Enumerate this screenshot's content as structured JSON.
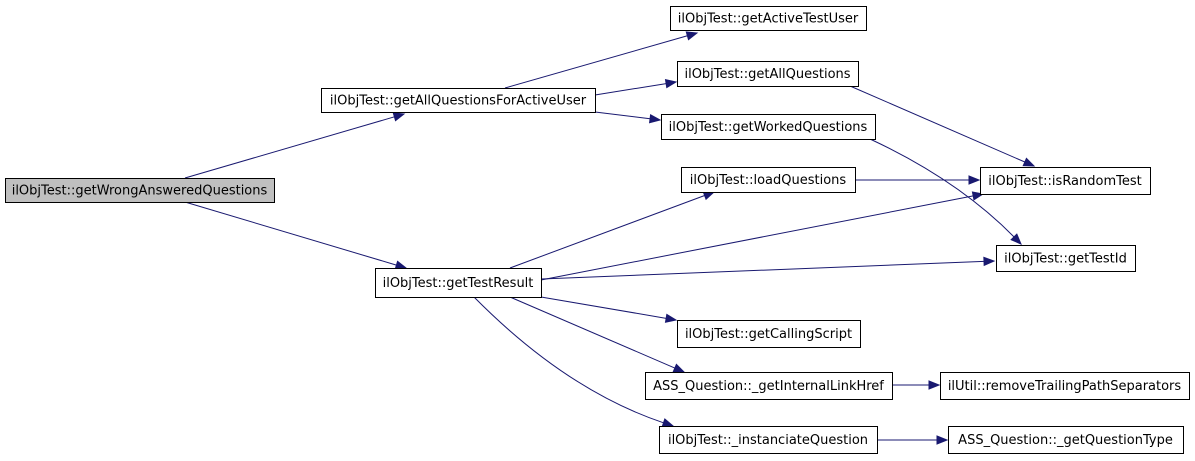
{
  "graph": {
    "root": "getWrongAnsweredQuestions",
    "nodes": [
      {
        "id": "getWrongAnsweredQuestions",
        "label": "ilObjTest::getWrongAnsweredQuestions"
      },
      {
        "id": "getAllQuestionsForActiveUser",
        "label": "ilObjTest::getAllQuestionsForActiveUser"
      },
      {
        "id": "getTestResult",
        "label": "ilObjTest::getTestResult"
      },
      {
        "id": "getActiveTestUser",
        "label": "ilObjTest::getActiveTestUser"
      },
      {
        "id": "getAllQuestions",
        "label": "ilObjTest::getAllQuestions"
      },
      {
        "id": "getWorkedQuestions",
        "label": "ilObjTest::getWorkedQuestions"
      },
      {
        "id": "loadQuestions",
        "label": "ilObjTest::loadQuestions"
      },
      {
        "id": "getCallingScript",
        "label": "ilObjTest::getCallingScript"
      },
      {
        "id": "getInternalLinkHref",
        "label": "ASS_Question::_getInternalLinkHref"
      },
      {
        "id": "instanciateQuestion",
        "label": "ilObjTest::_instanciateQuestion"
      },
      {
        "id": "isRandomTest",
        "label": "ilObjTest::isRandomTest"
      },
      {
        "id": "getTestId",
        "label": "ilObjTest::getTestId"
      },
      {
        "id": "removeTrailingPathSeparators",
        "label": "ilUtil::removeTrailingPathSeparators"
      },
      {
        "id": "getQuestionType",
        "label": "ASS_Question::_getQuestionType"
      }
    ],
    "edges": [
      {
        "from": "getWrongAnsweredQuestions",
        "to": "getAllQuestionsForActiveUser"
      },
      {
        "from": "getWrongAnsweredQuestions",
        "to": "getTestResult"
      },
      {
        "from": "getAllQuestionsForActiveUser",
        "to": "getActiveTestUser"
      },
      {
        "from": "getAllQuestionsForActiveUser",
        "to": "getAllQuestions"
      },
      {
        "from": "getAllQuestionsForActiveUser",
        "to": "getWorkedQuestions"
      },
      {
        "from": "getAllQuestions",
        "to": "isRandomTest"
      },
      {
        "from": "getWorkedQuestions",
        "to": "getTestId"
      },
      {
        "from": "loadQuestions",
        "to": "isRandomTest"
      },
      {
        "from": "getTestResult",
        "to": "loadQuestions"
      },
      {
        "from": "getTestResult",
        "to": "isRandomTest"
      },
      {
        "from": "getTestResult",
        "to": "getTestId"
      },
      {
        "from": "getTestResult",
        "to": "getCallingScript"
      },
      {
        "from": "getTestResult",
        "to": "getInternalLinkHref"
      },
      {
        "from": "getTestResult",
        "to": "instanciateQuestion"
      },
      {
        "from": "getInternalLinkHref",
        "to": "removeTrailingPathSeparators"
      },
      {
        "from": "instanciateQuestion",
        "to": "getQuestionType"
      }
    ],
    "colors": {
      "edge": "#191970",
      "root_fill": "#bfbfbf",
      "node_fill": "#ffffff",
      "border": "#000000"
    }
  }
}
